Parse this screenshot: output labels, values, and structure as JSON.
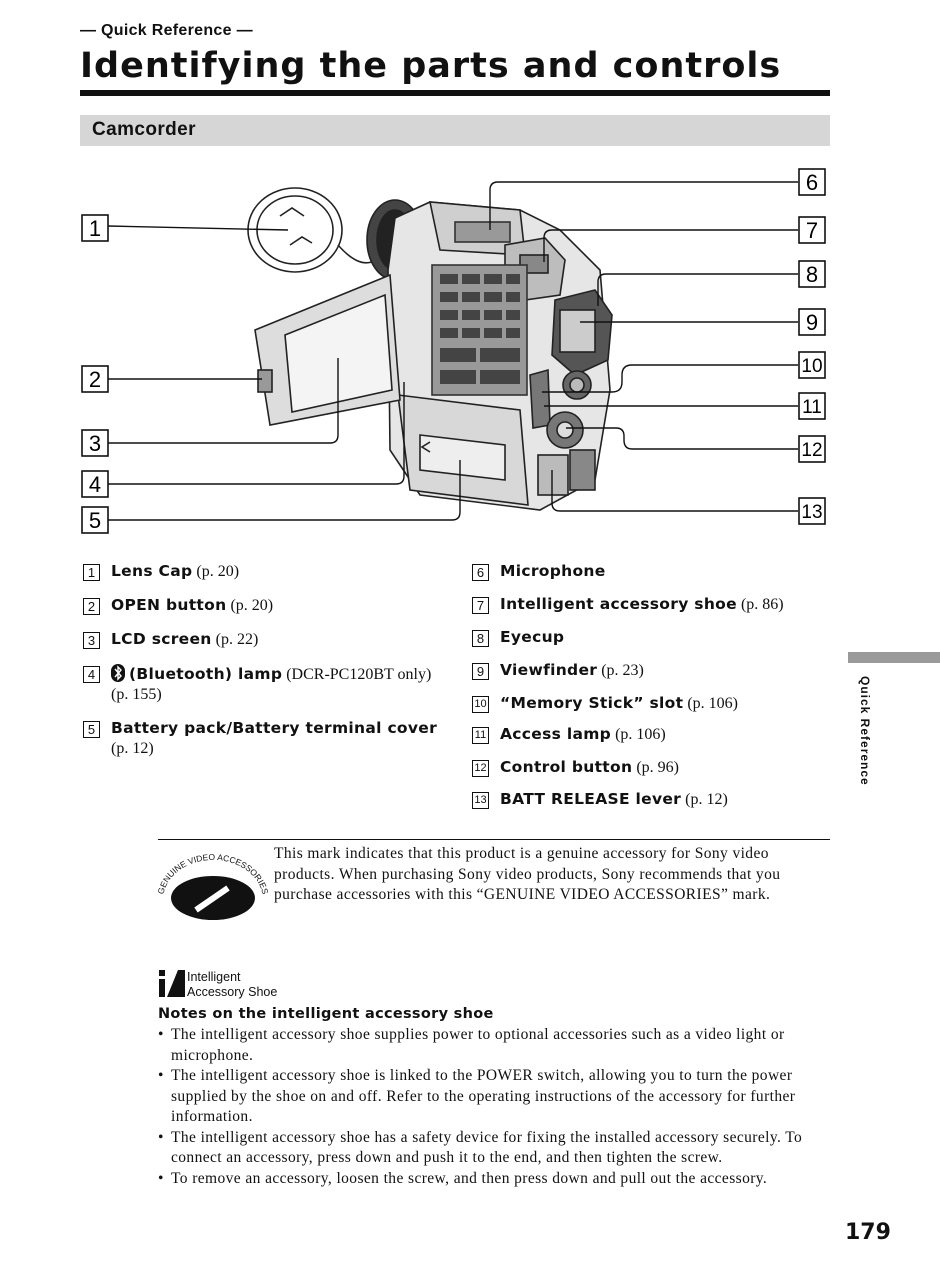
{
  "header": {
    "kicker": "— Quick Reference —",
    "title": "Identifying the parts and controls"
  },
  "section": {
    "title": "Camcorder"
  },
  "callout_numbers": [
    "1",
    "2",
    "3",
    "4",
    "5",
    "6",
    "7",
    "8",
    "9",
    "10",
    "11",
    "12",
    "13"
  ],
  "parts": [
    {
      "num": "1",
      "name": "Lens Cap",
      "ref": " (p. 20)"
    },
    {
      "num": "2",
      "name": "OPEN button",
      "ref": " (p. 20)"
    },
    {
      "num": "3",
      "name": "LCD screen",
      "ref": " (p. 22)"
    },
    {
      "num": "4",
      "name": "(Bluetooth) lamp",
      "ref": " (DCR-PC120BT only) (p. 155)",
      "icon": "bluetooth-icon"
    },
    {
      "num": "5",
      "name": "Battery pack/Battery terminal cover",
      "ref": " (p. 12)"
    },
    {
      "num": "6",
      "name": "Microphone",
      "ref": ""
    },
    {
      "num": "7",
      "name": "Intelligent accessory shoe",
      "ref": " (p. 86)"
    },
    {
      "num": "8",
      "name": "Eyecup",
      "ref": ""
    },
    {
      "num": "9",
      "name": "Viewfinder",
      "ref": " (p. 23)"
    },
    {
      "num": "10",
      "name": "“Memory Stick” slot",
      "ref": " (p. 106)"
    },
    {
      "num": "11",
      "name": "Access lamp",
      "ref": " (p. 106)"
    },
    {
      "num": "12",
      "name": "Control button",
      "ref": " (p. 96)"
    },
    {
      "num": "13",
      "name": "BATT RELEASE lever",
      "ref": " (p. 12)"
    }
  ],
  "side_tab": {
    "label": "Quick Reference"
  },
  "genuine": {
    "logo_text": "GENUINE VIDEO ACCESSORIES",
    "text": "This mark indicates that this product is a genuine accessory for Sony video products. When purchasing Sony video products, Sony recommends that you purchase accessories with this “GENUINE VIDEO ACCESSORIES” mark."
  },
  "intelligent_mark": {
    "line1": "Intelligent",
    "line2": "Accessory Shoe"
  },
  "notes": {
    "heading": "Notes on the intelligent accessory shoe",
    "items": [
      "The intelligent accessory shoe supplies power to optional accessories such as a video light or microphone.",
      "The intelligent accessory shoe is linked to the POWER switch, allowing you to turn the power supplied by the shoe on and off. Refer to the operating instructions of the accessory for further information.",
      "The intelligent accessory shoe has a safety device for fixing the installed accessory securely. To connect an accessory, press down and push it to the end, and then tighten the screw.",
      "To remove an accessory, loosen the screw, and then press down and pull out the accessory."
    ]
  },
  "page_number": "179"
}
